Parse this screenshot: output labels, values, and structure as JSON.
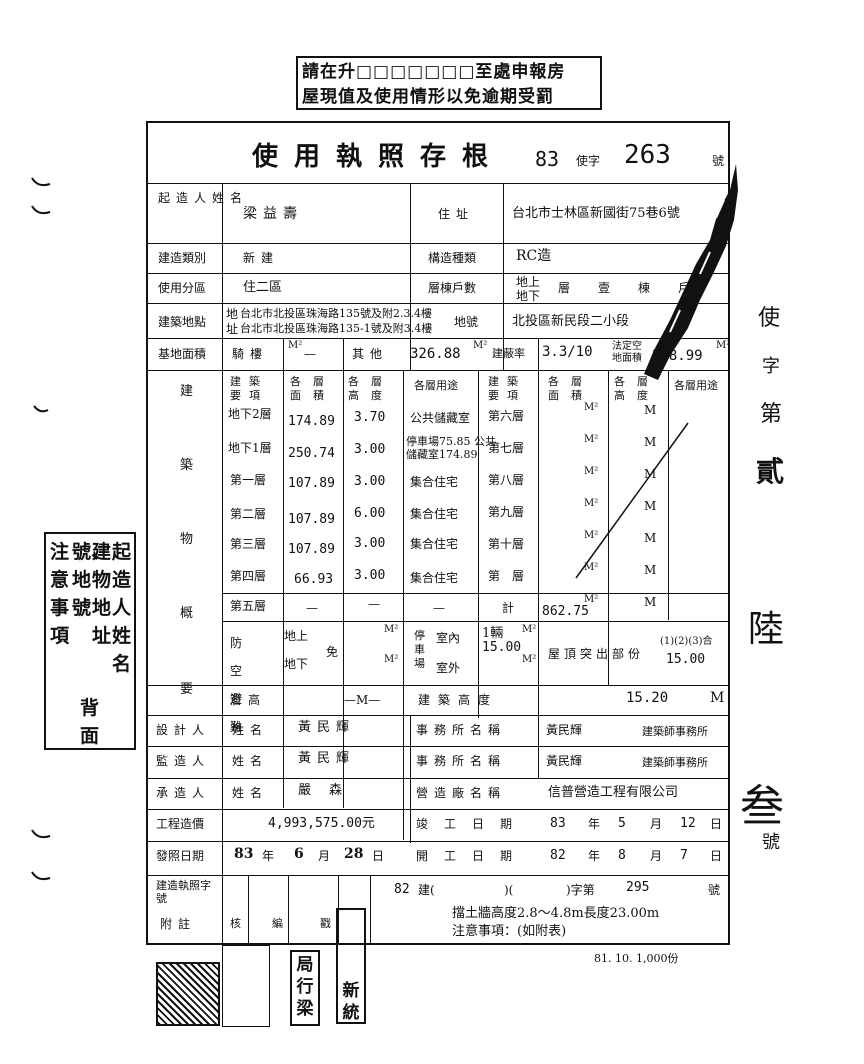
{
  "notice": {
    "line1": "請在升□□□□□□□至處申報房",
    "line2": "屋現值及使用情形以免逾期受罰"
  },
  "header": {
    "title": "使用執照存根",
    "year": "83",
    "prefix": "使字",
    "number": "263",
    "suffix": "號"
  },
  "builder": {
    "label": "起造人姓名",
    "value": "梁益壽"
  },
  "address": {
    "label": "住址",
    "value": "台北市士林區新國街75巷6號"
  },
  "build_type": {
    "label": "建造類別",
    "value": "新建"
  },
  "structure": {
    "label": "構造種類",
    "value": "RC造"
  },
  "zoning": {
    "label": "使用分區",
    "value": "住二區"
  },
  "floors": {
    "label": "層棟戶數",
    "above": "地上",
    "below": "地下",
    "layer": "層",
    "count": "壹",
    "bldg": "棟",
    "hu": "戶"
  },
  "site": {
    "label": "建築地點",
    "row1_tag": "地",
    "row1": "台北市北投區珠海路135號及附2.3.4樓",
    "row2_tag": "址",
    "row2": "台北市北投區珠海路135-1號及附3.4樓",
    "lot_label": "地號",
    "lot": "北投區新民段二小段"
  },
  "area": {
    "label": "基地面積",
    "arcade": "騎樓",
    "arcade_unit": "M²",
    "arcade_val": "—",
    "other": "其他",
    "other_val": "326.88",
    "other_unit": "M²",
    "coverage_label": "建蔽率",
    "coverage": "3.3/10",
    "legal_label": "法定空地面積",
    "legal": "218.99",
    "legal_unit": "M²"
  },
  "summary": {
    "side_label": [
      "建",
      "築",
      "物",
      "概",
      "要"
    ],
    "h_item": "建築要項",
    "h_area": "各層面積",
    "h_height": "各層高度",
    "h_use": "各層用途",
    "rows": [
      {
        "floor": "地下2層",
        "area": "174.89",
        "height": "3.70",
        "use": "公共儲藏室"
      },
      {
        "floor": "地下1層",
        "area": "250.74",
        "height": "3.00",
        "use": "停車場75.85 公共儲藏室174.89"
      },
      {
        "floor": "第一層",
        "area": "107.89",
        "height": "3.00",
        "use": "集合住宅"
      },
      {
        "floor": "第二層",
        "area": "107.89",
        "height": "6.00",
        "use": "集合住宅"
      },
      {
        "floor": "第三層",
        "area": "107.89",
        "height": "3.00",
        "use": "集合住宅"
      },
      {
        "floor": "第四層",
        "area": "66.93",
        "height": "3.00",
        "use": "集合住宅"
      },
      {
        "floor": "第五層",
        "area": "—",
        "height": "—",
        "use": "—"
      }
    ],
    "right_rows": [
      "第六層",
      "第七層",
      "第八層",
      "第九層",
      "第十層",
      "第　層",
      "計"
    ],
    "total": "862.75",
    "unit_m2": "M²",
    "unit_m": "M",
    "shelter_label": "防空避難",
    "shelter_above": "地上",
    "shelter_below": "地下",
    "shelter_val": "免",
    "parking_label": "停車場",
    "parking_in": "室內",
    "parking_out": "室外",
    "parking_count": "1輛",
    "parking_area": "15.00",
    "roof_label": "屋頂突出部份",
    "roof_tag": "(1)(2)(3)合",
    "roof_val": "15.00",
    "eaves_label": "簷高",
    "eaves_val": "—M—",
    "bh_label": "建築高度",
    "bh_val": "15.20",
    "bh_unit": "M"
  },
  "designer": {
    "label": "設計人",
    "name_label": "姓名",
    "name": "黃民輝",
    "office_label": "事務所名稱",
    "office": "黃民輝",
    "office_suffix": "建築師事務所"
  },
  "supervisor": {
    "label": "監造人",
    "name_label": "姓名",
    "name": "黃民輝",
    "office_label": "事務所名稱",
    "office": "黃民輝",
    "office_suffix": "建築師事務所"
  },
  "contractor": {
    "label": "承造人",
    "name_label": "姓名",
    "name": "嚴森",
    "firm_label": "營造廠名稱",
    "firm": "信普營造工程有限公司"
  },
  "cost": {
    "label": "工程造價",
    "value": "4,993,575.00元",
    "done_label": "竣工日期",
    "done_y": "83",
    "done_m": "5",
    "done_d": "12"
  },
  "issue": {
    "label": "發照日期",
    "y": "83",
    "m": "6",
    "d": "28",
    "ymd_y": "年",
    "ymd_m": "月",
    "ymd_d": "日",
    "start_label": "開工日期",
    "start_y": "82",
    "start_m": "8",
    "start_d": "7"
  },
  "permit": {
    "label": "建造執照字號",
    "year": "82",
    "text1": "建(",
    "text2": ")(",
    "text3": ")字第",
    "num": "295",
    "suffix": "號"
  },
  "notes": {
    "label": "附註",
    "wall": "擋土牆高度2.8～4.8m長度23.00m",
    "matters": "注意事項：(如附表)",
    "stamp_text": "局行梁",
    "stamp2": "新統",
    "col_texts": [
      "核",
      "編",
      "戳"
    ]
  },
  "footer": {
    "print": "81. 10. 1,000份"
  },
  "side_note": {
    "cols": [
      "起造人姓名",
      "建物地址",
      "號、地號",
      "注意事項"
    ],
    "back1": "背",
    "back2": "面"
  },
  "right_marks": [
    "使",
    "字",
    "第",
    "貳",
    "陸",
    "叁",
    "號"
  ]
}
